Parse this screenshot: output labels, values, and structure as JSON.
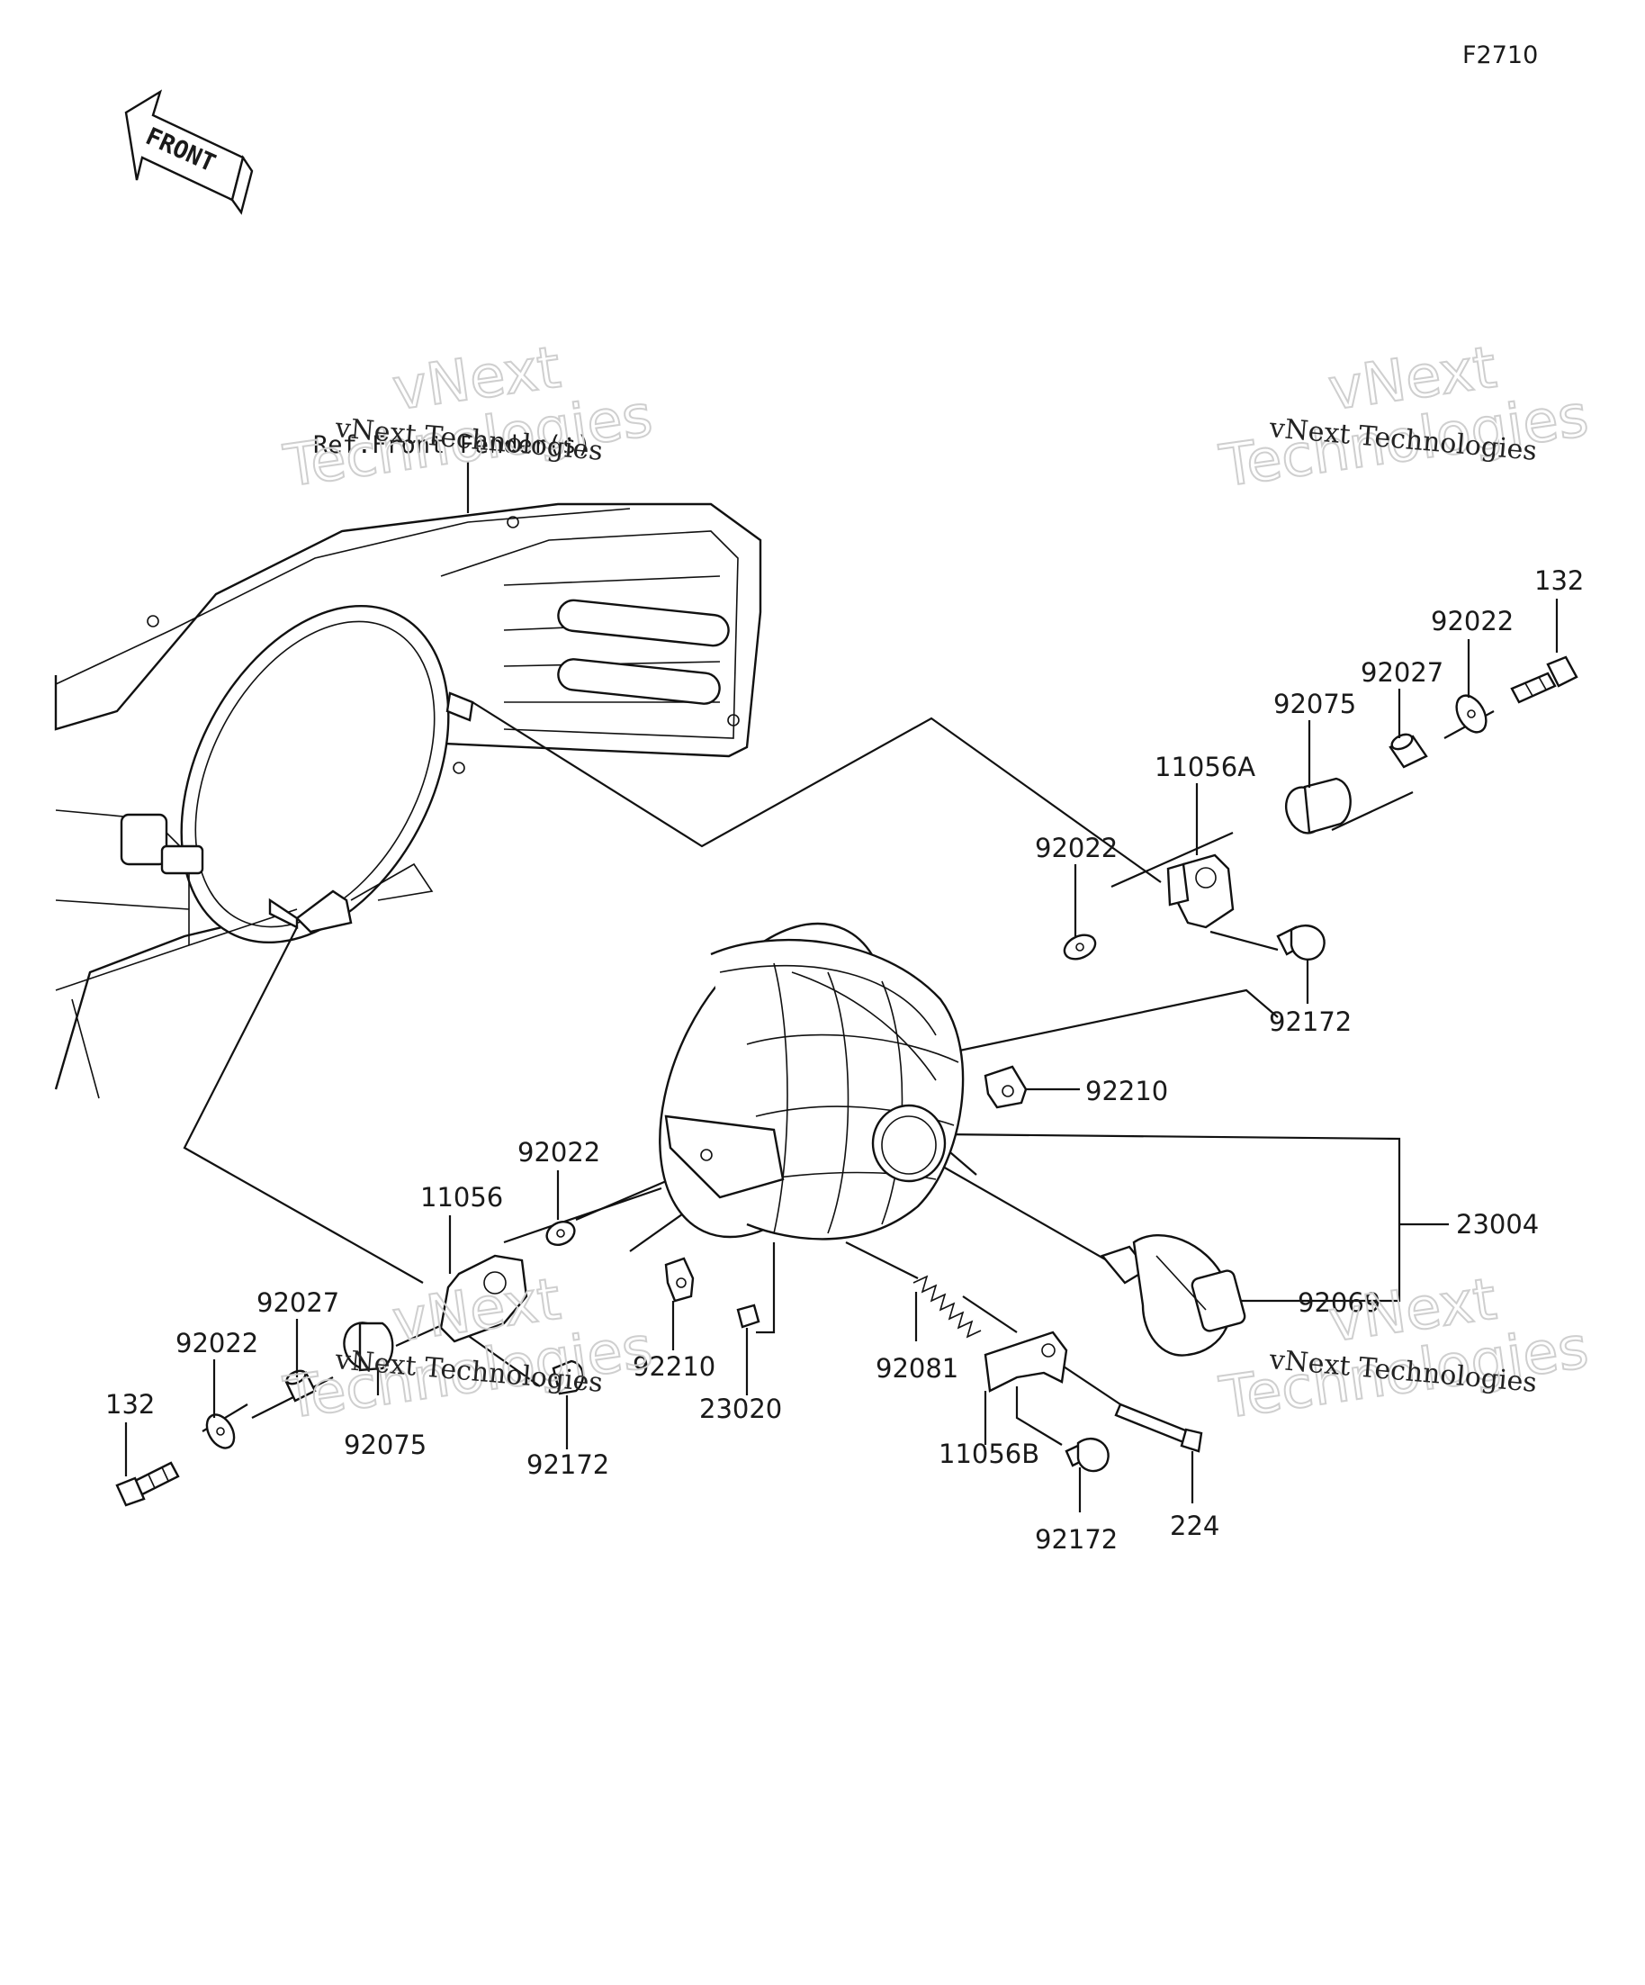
{
  "figure_code": "F2710",
  "front_label": "FRONT",
  "ref_label": "Ref.Front Fender(s)",
  "watermark": {
    "line1": "vNext",
    "line2": "Technologies",
    "small": "vNext Technologies"
  },
  "parts": {
    "p132_right": "132",
    "p92022_right_top": "92022",
    "p92027_right": "92027",
    "p92075_right": "92075",
    "p11056A": "11056A",
    "p92022_right_mid": "92022",
    "p92172_right": "92172",
    "p92210_right": "92210",
    "p23004": "23004",
    "p92069": "92069",
    "p92022_left_mid": "92022",
    "p11056": "11056",
    "p92027_left": "92027",
    "p92022_left": "92022",
    "p132_left": "132",
    "p92075_left": "92075",
    "p92172_left": "92172",
    "p92210_left": "92210",
    "p23020": "23020",
    "p92081": "92081",
    "p11056B": "11056B",
    "p92172_bottom": "92172",
    "p224": "224"
  }
}
